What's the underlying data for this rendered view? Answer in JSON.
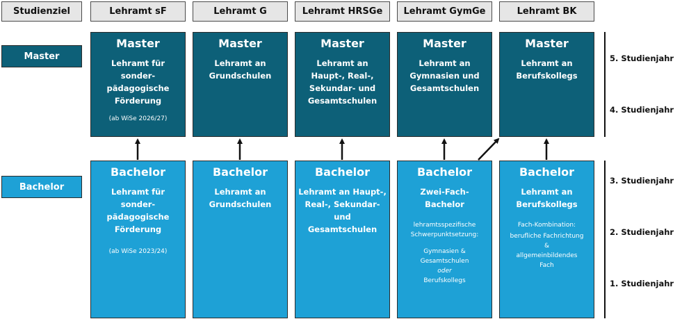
{
  "headers": [
    "Studienziel",
    "Lehramt sF",
    "Lehramt G",
    "Lehramt HRSGe",
    "Lehramt GymGe",
    "Lehramt BK"
  ],
  "side_labels": {
    "master": "Master",
    "bachelor": "Bachelor"
  },
  "master_boxes": [
    {
      "title": "Master",
      "desc": "Lehramt für\nsonder-\npädagogische\nFörderung",
      "note": "(ab WiSe 2026/27)"
    },
    {
      "title": "Master",
      "desc": "Lehramt an\nGrundschulen",
      "note": ""
    },
    {
      "title": "Master",
      "desc": "Lehramt an\nHaupt-, Real-,\nSekundar- und\nGesamtschulen",
      "note": ""
    },
    {
      "title": "Master",
      "desc": "Lehramt an\nGymnasien und\nGesamtschulen",
      "note": ""
    },
    {
      "title": "Master",
      "desc": "Lehramt an\nBerufskollegs",
      "note": ""
    }
  ],
  "bachelor_boxes": [
    {
      "title": "Bachelor",
      "desc": "Lehramt für\nsonder-\npädagogische\nFörderung",
      "note": "(ab WiSe 2023/24)"
    },
    {
      "title": "Bachelor",
      "desc": "Lehramt an\nGrundschulen",
      "note": ""
    },
    {
      "title": "Bachelor",
      "desc": "Lehramt an Haupt-,\nReal-, Sekundar-\nund Gesamtschulen",
      "note": ""
    },
    {
      "title": "Bachelor",
      "desc": "Zwei-Fach-\nBachelor",
      "note_intro": "lehramtsspezifische\nSchwerpunktsetzung:",
      "note_a": "Gymnasien &\nGesamtschulen",
      "note_or": "oder",
      "note_b": "Berufskollegs"
    },
    {
      "title": "Bachelor",
      "desc": "Lehramt an\nBerufskollegs",
      "note_intro": "Fach-Kombination:",
      "note_a": "berufliche Fachrichtung\n&\nallgemeinbildendes\nFach"
    }
  ],
  "years": [
    "5. Studienjahr",
    "4. Studienjahr",
    "3. Studienjahr",
    "2. Studienjahr",
    "1. Studienjahr"
  ],
  "colors": {
    "master": "#0d6078",
    "bachelor": "#1ea1d6",
    "header": "#e6e6e6"
  }
}
